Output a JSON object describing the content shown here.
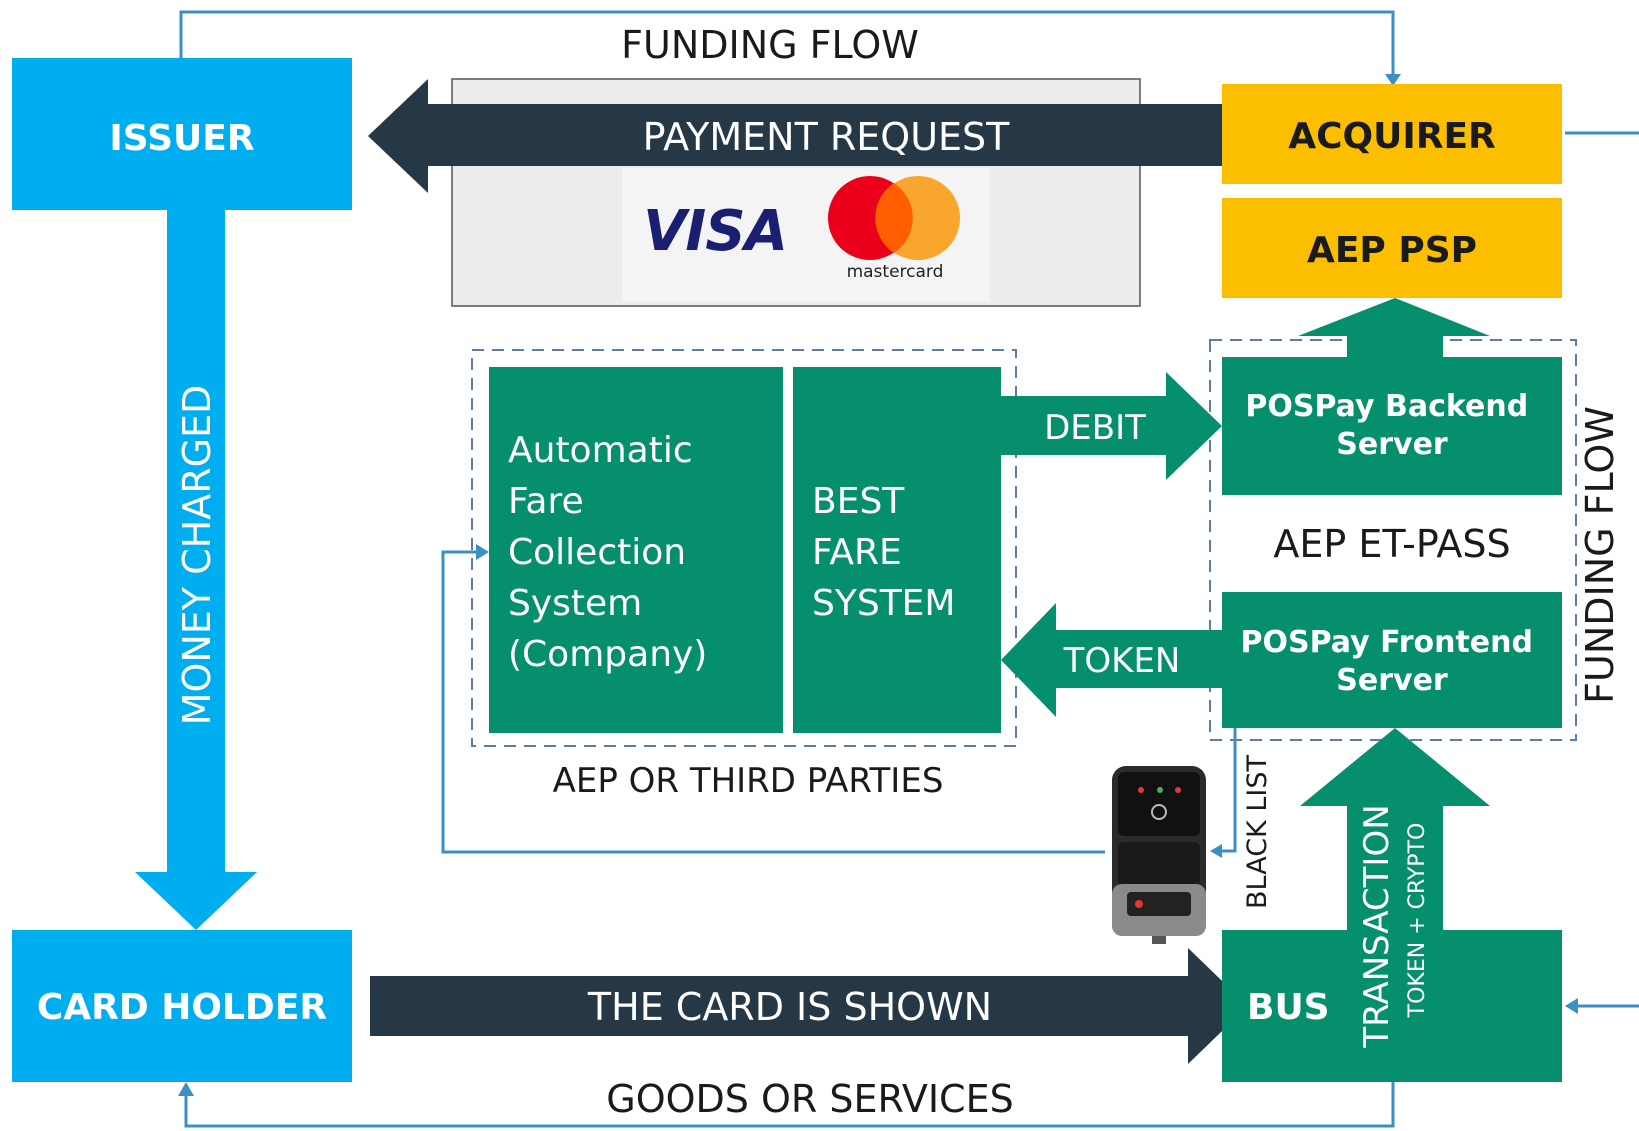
{
  "colors": {
    "issuer_blue": "#00AEEF",
    "acquirer_yellow": "#FBBF00",
    "system_green": "#068F6C",
    "dark_navy": "#263746",
    "line_blue": "#3B8FC4",
    "dashed_border": "#5D7EA3"
  },
  "nodes": {
    "issuer": "ISSUER",
    "card_holder": "CARD HOLDER",
    "acquirer": "ACQUIRER",
    "aep_psp": "AEP PSP",
    "backend": [
      "POSPay Backend",
      "Server"
    ],
    "frontend": [
      "POSPay Frontend",
      "Server"
    ],
    "bus": "BUS",
    "afc": [
      "Automatic",
      "Fare",
      "Collection",
      "System",
      "(Company)"
    ],
    "best_fare": [
      "BEST",
      "FARE",
      "SYSTEM"
    ]
  },
  "labels": {
    "funding_flow_top": "FUNDING FLOW",
    "funding_flow_side": "FUNDING FLOW",
    "payment_request": "PAYMENT REQUEST",
    "money_charged": "MONEY CHARGED",
    "card_shown": "THE CARD IS SHOWN",
    "goods_services": "GOODS OR SERVICES",
    "debit": "DEBIT",
    "token": "TOKEN",
    "aep_et_pass": "AEP ET-PASS",
    "third_parties": "AEP OR THIRD PARTIES",
    "black_list": "BLACK LIST",
    "transaction": "TRANSACTION",
    "token_crypto": "TOKEN + CRYPTO"
  },
  "logos": {
    "visa": "VISA",
    "mastercard": "mastercard"
  },
  "icons": {
    "validator": "card-validator-device"
  }
}
